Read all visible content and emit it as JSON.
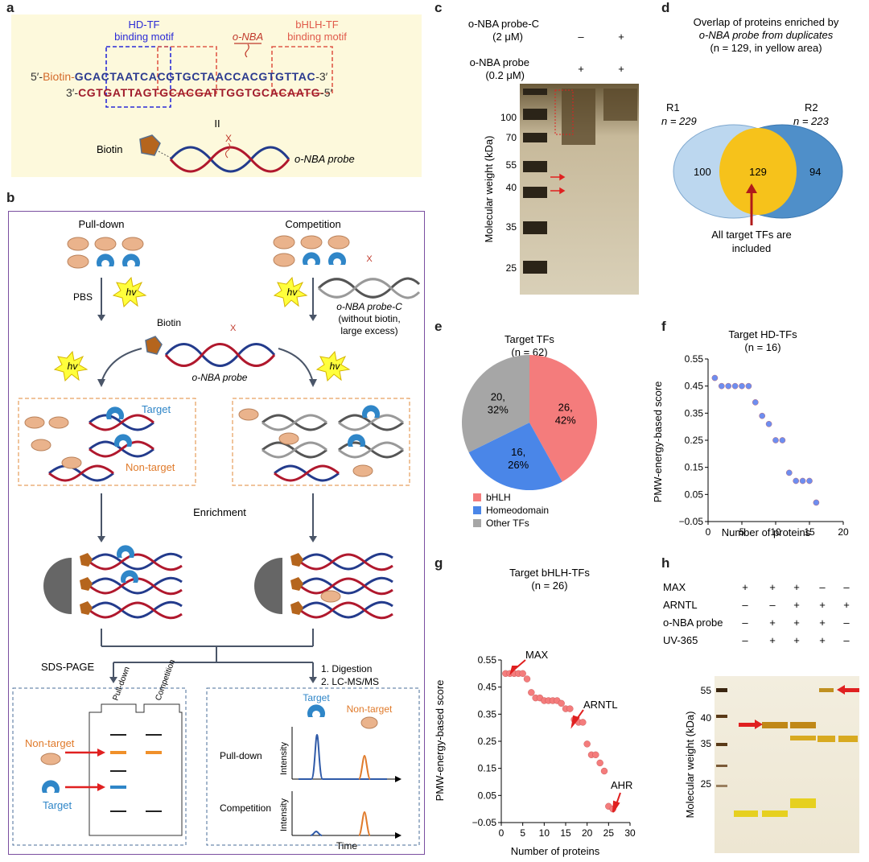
{
  "labels": {
    "a": "a",
    "b": "b",
    "c": "c",
    "d": "d",
    "e": "e",
    "f": "f",
    "g": "g",
    "h": "h"
  },
  "panel_a": {
    "hd_tf_l1": "HD-TF",
    "hd_tf_l2": "binding motif",
    "onba": "o-NBA",
    "bhlh_l1": "bHLH-TF",
    "bhlh_l2": "binding motif",
    "seq1_prefix": "5′-",
    "seq1_biotin": "Biotin-",
    "seq1": "GCACTAATCACGTGCTAACCACGTGTTAC",
    "seq1_suffix": "-3′",
    "seq2_prefix": "3′-",
    "seq2": "CGTGATTAGTGCACGATTGGTGCACAATG",
    "seq2_suffix": "-5′",
    "eq": "II",
    "x": "X",
    "biotin": "Biotin",
    "probe": "o-NBA probe"
  },
  "panel_b": {
    "pulldown": "Pull-down",
    "competition": "Competition",
    "pbs": "PBS",
    "hv": "hv",
    "probec_l1": "o-NBA probe-C",
    "probec_l2": "(without biotin,",
    "probec_l3": "large excess)",
    "biotin": "Biotin",
    "x": "X",
    "probe": "o-NBA probe",
    "target": "Target",
    "nontarget": "Non-target",
    "enrichment": "Enrichment",
    "sds": "SDS-PAGE",
    "dig1": "1. Digestion",
    "dig2": "2. LC-MS/MS",
    "gel_pd": "Pull-down",
    "gel_comp": "Competition",
    "gel_nontarget": "Non-target",
    "gel_target": "Target",
    "ms_target": "Target",
    "ms_nontarget": "Non-target",
    "ms_pd": "Pull-down",
    "ms_comp": "Competition",
    "intensity": "Intensity",
    "time": "Time"
  },
  "panel_c": {
    "row1_l1": "o-NBA probe-C",
    "row1_l2": "(2 μM)",
    "row1_v1": "–",
    "row1_v2": "+",
    "row2_l1": "o-NBA probe",
    "row2_l2": "(0.2 μM)",
    "row2_v1": "+",
    "row2_v2": "+",
    "ylabel": "Molecular weight (kDa)",
    "markers": [
      "100",
      "70",
      "55",
      "40",
      "35",
      "25"
    ]
  },
  "panel_d": {
    "title_l1": "Overlap of proteins enriched by",
    "title_l2": "o-NBA probe from duplicates",
    "title_l3": "(n = 129, in yellow area)",
    "r1": "R1",
    "r1n": "n = 229",
    "r2": "R2",
    "r2n": "n = 223",
    "left": "100",
    "center": "129",
    "right": "94",
    "note_l1": "All target TFs are",
    "note_l2": "included"
  },
  "panel_e": {
    "title_l1": "Target TFs",
    "title_l2": "(n = 62)",
    "chart_data": {
      "type": "pie",
      "title": "Target TFs",
      "slices": [
        {
          "name": "bHLH",
          "value": 26,
          "percent": "42%",
          "color": "#f47c7c"
        },
        {
          "name": "Homeodomain",
          "value": 16,
          "percent": "26%",
          "color": "#4a86e8"
        },
        {
          "name": "Other TFs",
          "value": 20,
          "percent": "32%",
          "color": "#a6a6a6"
        }
      ]
    }
  },
  "panel_f": {
    "title_l1": "Target HD-TFs",
    "title_l2": "(n = 16)",
    "xlabel": "Number of proteins",
    "ylabel": "PMW-energy-based score",
    "chart_data": {
      "type": "scatter",
      "color": "#6d8ef0",
      "xlim": [
        0,
        20
      ],
      "ylim": [
        -0.05,
        0.55
      ],
      "xticks": [
        "0",
        "5",
        "10",
        "15",
        "20"
      ],
      "yticks": [
        "−0.05",
        "0.05",
        "0.15",
        "0.25",
        "0.35",
        "0.45",
        "0.55"
      ],
      "x": [
        1,
        2,
        3,
        4,
        5,
        6,
        7,
        8,
        9,
        10,
        11,
        12,
        13,
        14,
        15,
        16
      ],
      "y": [
        0.48,
        0.45,
        0.45,
        0.45,
        0.45,
        0.45,
        0.39,
        0.34,
        0.31,
        0.25,
        0.25,
        0.13,
        0.1,
        0.1,
        0.1,
        0.02
      ]
    }
  },
  "panel_g": {
    "title_l1": "Target bHLH-TFs",
    "title_l2": "(n = 26)",
    "xlabel": "Number of proteins",
    "ylabel": "PMW-energy-based score",
    "ann_max": "MAX",
    "ann_arntl": "ARNTL",
    "ann_ahr": "AHR",
    "chart_data": {
      "type": "scatter",
      "color": "#f47c7c",
      "xlim": [
        0,
        30
      ],
      "ylim": [
        -0.05,
        0.55
      ],
      "xticks": [
        "0",
        "5",
        "10",
        "15",
        "20",
        "25",
        "30"
      ],
      "yticks": [
        "−0.05",
        "0.05",
        "0.15",
        "0.25",
        "0.35",
        "0.45",
        "0.55"
      ],
      "x": [
        1,
        2,
        3,
        4,
        5,
        6,
        7,
        8,
        9,
        10,
        11,
        12,
        13,
        14,
        15,
        16,
        17,
        18,
        19,
        20,
        21,
        22,
        23,
        24,
        25,
        26
      ],
      "y": [
        0.5,
        0.5,
        0.5,
        0.5,
        0.5,
        0.48,
        0.43,
        0.41,
        0.41,
        0.4,
        0.4,
        0.4,
        0.4,
        0.39,
        0.37,
        0.37,
        0.33,
        0.32,
        0.32,
        0.24,
        0.2,
        0.2,
        0.17,
        0.14,
        0.01,
        0.0
      ]
    }
  },
  "panel_h": {
    "rows": [
      {
        "label": "MAX",
        "vals": [
          "+",
          "+",
          "+",
          "–",
          "–"
        ]
      },
      {
        "label": "ARNTL",
        "vals": [
          "–",
          "–",
          "+",
          "+",
          "+"
        ]
      },
      {
        "label": "o-NBA probe",
        "vals": [
          "–",
          "+",
          "+",
          "+",
          "–"
        ]
      },
      {
        "label": "UV-365",
        "vals": [
          "–",
          "+",
          "+",
          "+",
          "–"
        ]
      }
    ],
    "ylabel": "Molecular weight (kDa)",
    "markers": [
      "55",
      "40",
      "35",
      "25"
    ]
  }
}
